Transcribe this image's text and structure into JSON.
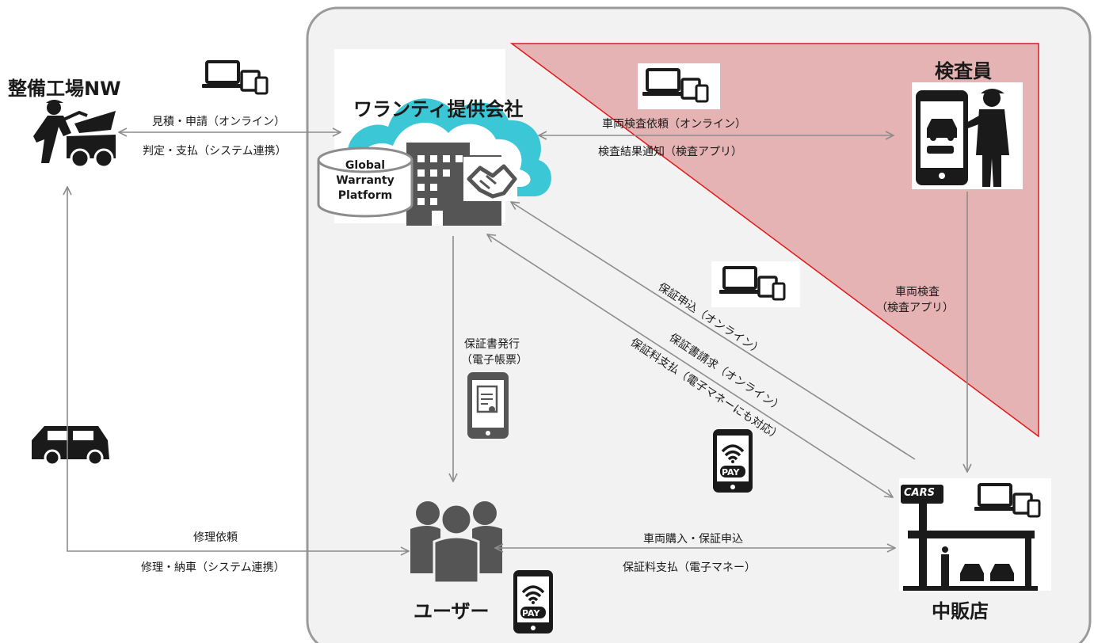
{
  "title": {
    "maintenance": "整備工場NW",
    "provider": "ワランティ提供会社",
    "inspector": "検査員",
    "dealer": "中販店",
    "user": "ユーザー"
  },
  "platform": [
    "Global",
    "Warranty",
    "Platform"
  ],
  "dealer_sign": "CARS",
  "pay_label": "PAY",
  "flows": {
    "estimate": "見積・申請（オンライン）",
    "judge": "判定・支払（システム連携）",
    "inspect_req": "車両検査依頼（オンライン）",
    "inspect_result": "検査結果通知（検査アプリ）",
    "vehicle_inspect_1": "車両検査",
    "vehicle_inspect_2": "（検査アプリ）",
    "cert_issue_1": "保証書発行",
    "cert_issue_2": "（電子帳票）",
    "warranty_apply": "保証申込（オンライン）",
    "cert_request": "保証書請求（オンライン）",
    "fee_pay": "保証料支払（電子マネーにも対応）",
    "repair_req": "修理依頼",
    "repair_deliver": "修理・納車（システム連携）",
    "purchase": "車両購入・保証申込",
    "fee_emoney": "保証料支払（電子マネー）"
  },
  "colors": {
    "platform_bg": "#f2f2f2",
    "platform_border": "#9a9a9a",
    "inspector_zone": "#e5b3b3",
    "inspector_border": "#dd1a1a",
    "cloud": "#3cc7d6",
    "icon": "#1a1a1a",
    "building": "#555555",
    "arrow": "#8c8c8c"
  }
}
